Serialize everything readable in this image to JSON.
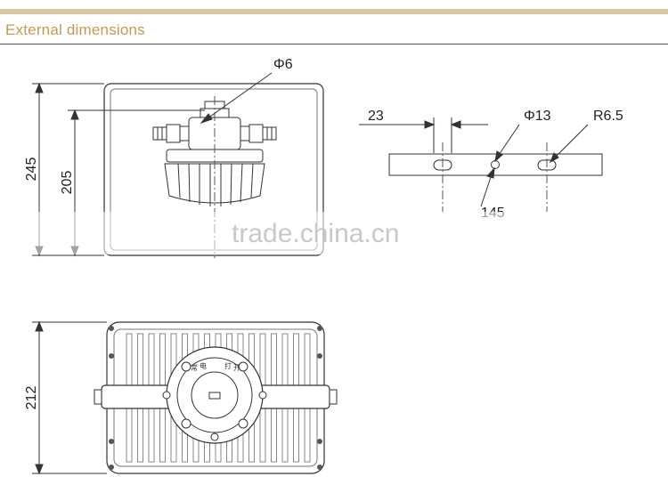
{
  "header": {
    "title": "External dimensions",
    "accent_color": "#d6c7a1",
    "title_color": "#c39a4f"
  },
  "side_view": {
    "dim_phi": "Φ6",
    "dim_height_total": "245",
    "dim_height_body": "205"
  },
  "bracket_view": {
    "dim_width": "23",
    "dim_hole": "Φ13",
    "dim_radius": "R6.5",
    "dim_span": "145"
  },
  "top_view": {
    "dim_height": "212",
    "label_chars": [
      "常",
      "电",
      "打",
      "开"
    ]
  },
  "watermark": "trade.china.cn"
}
